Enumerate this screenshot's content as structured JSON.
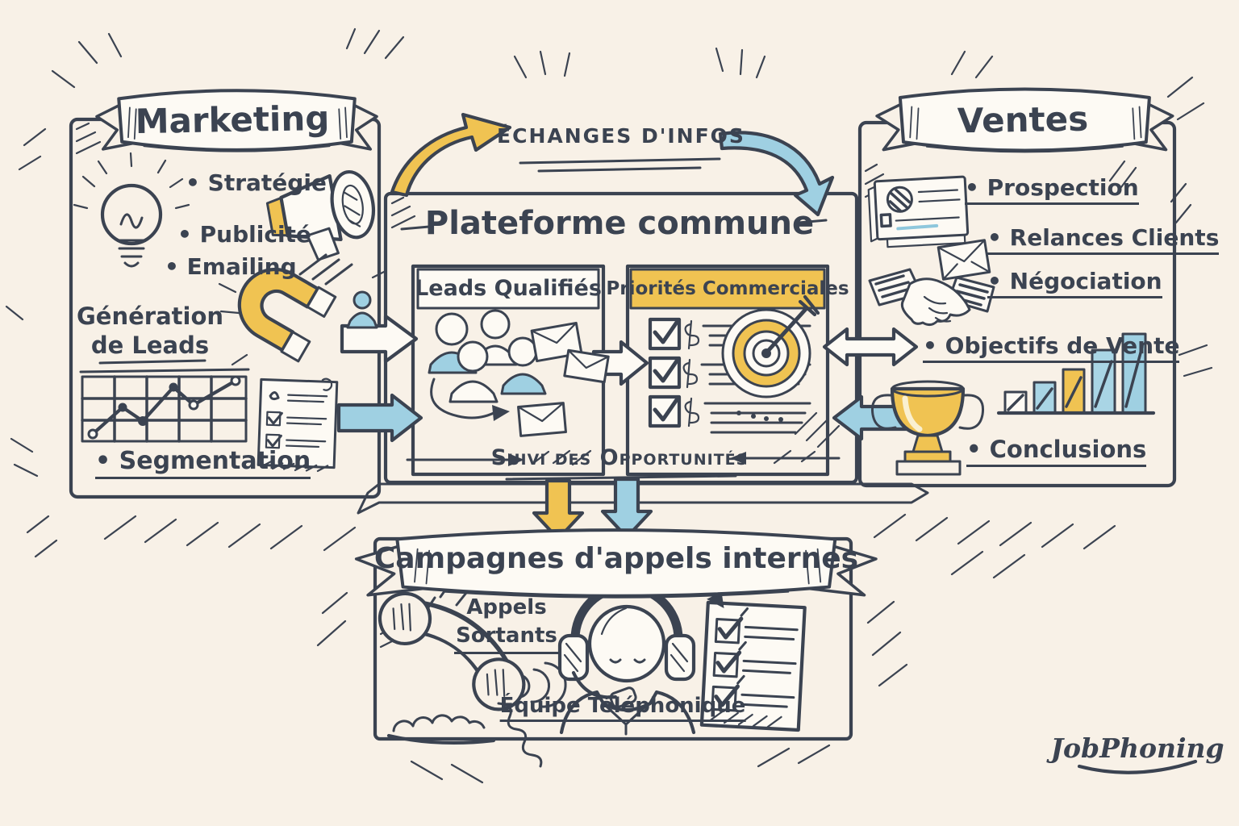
{
  "palette": {
    "ink": "#3b4351",
    "paper": "#fdfaf4",
    "background": "#f8f1e7",
    "yellow": "#f0c352",
    "blue": "#8ec7dc",
    "orange": "#e9a87c"
  },
  "marketing": {
    "title": "Marketing",
    "items": {
      "strategie": "Stratégie",
      "publicite": "Publicité",
      "emailing": "Emailing",
      "generation": "Génération de Leads",
      "segmentation": "Segmentation"
    }
  },
  "platform": {
    "title": "Plateforme commune",
    "leads": "Leads Qualifiés",
    "priorites": "Priorités Commerciales"
  },
  "flow": {
    "echanges": "ÉCHANGES D'INFOS",
    "suivi": "Suivi des Opportunités"
  },
  "ventes": {
    "title": "Ventes",
    "items": {
      "prospection": "Prospection",
      "relances": "Relances Clients",
      "negociation": "Négociation",
      "objectifs": "Objectifs de Vente",
      "conclusions": "Conclusions"
    }
  },
  "campagnes": {
    "title": "Campagnes d'appels internes",
    "items": {
      "appels": "Appels Sortants",
      "equipe": "Équipe Téléphonique"
    }
  },
  "brand": {
    "logo": "JobPhoning"
  },
  "icons": [
    "lightbulb-icon",
    "megaphone-icon",
    "magnet-icon",
    "line-chart-icon",
    "notepad-checklist-icon",
    "leads-people-icon",
    "envelope-icon",
    "priorities-checklist-icon",
    "target-icon",
    "contact-card-icon",
    "handshake-icon",
    "trophy-icon",
    "bar-chart-icon",
    "phone-icon",
    "call-agent-icon",
    "clipboard-checklist-icon",
    "yellow-curved-arrow",
    "blue-curved-arrow",
    "right-block-arrow",
    "double-block-arrow",
    "down-yellow-arrow",
    "down-blue-arrow"
  ]
}
